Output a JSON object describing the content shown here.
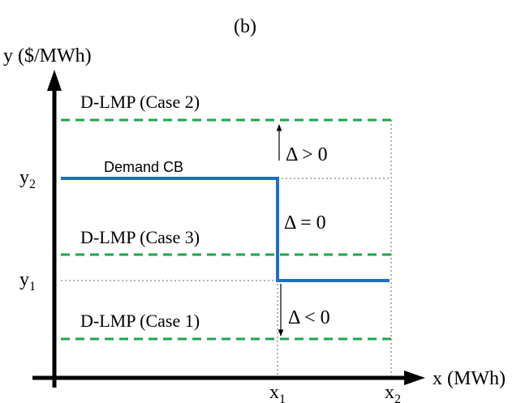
{
  "figure": {
    "panel_label": "(b)",
    "y_axis_label": "y ($/MWh)",
    "x_axis_label": "x (MWh)",
    "y_ticks": [
      {
        "id": "y2",
        "base": "y",
        "sub": "2"
      },
      {
        "id": "y1",
        "base": "y",
        "sub": "1"
      }
    ],
    "x_ticks": [
      {
        "id": "x1",
        "base": "x",
        "sub": "1"
      },
      {
        "id": "x2",
        "base": "x",
        "sub": "2"
      }
    ],
    "lines": {
      "case2": {
        "label": "D-LMP (Case 2)"
      },
      "demand": {
        "label": "Demand CB"
      },
      "case3": {
        "label": "D-LMP (Case 3)"
      },
      "case1": {
        "label": "D-LMP (Case 1)"
      }
    },
    "deltas": {
      "positive": "Δ > 0",
      "zero": "Δ = 0",
      "negative": "Δ < 0"
    },
    "colors": {
      "axis": "#000000",
      "demand": "#1f6fc0",
      "dlmp": "#1aa84a",
      "guide": "#999999"
    }
  }
}
